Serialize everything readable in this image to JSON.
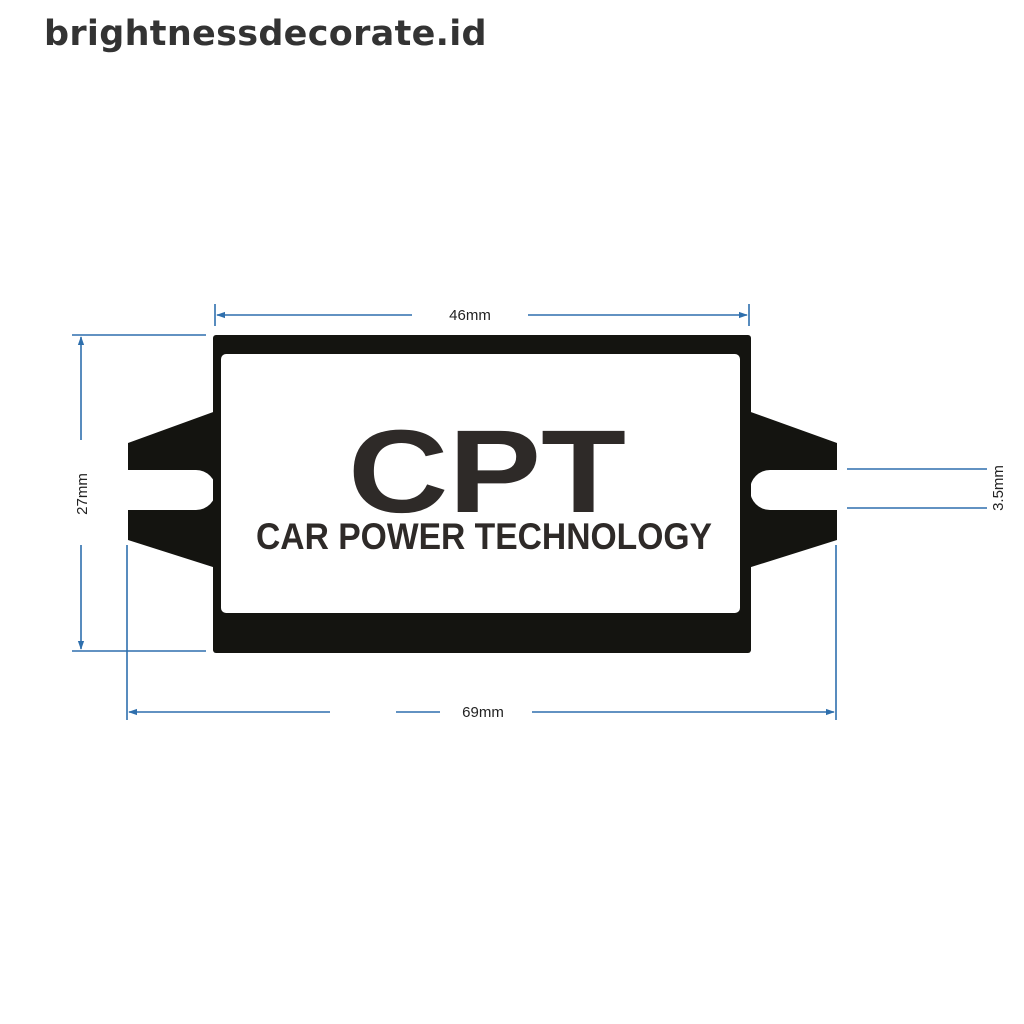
{
  "watermark": "brightnessdecorate.id",
  "diagram": {
    "title": "CPT",
    "subtitle": "CAR POWER TECHNOLOGY",
    "dimensions": {
      "body_width": "46mm",
      "total_width": "69mm",
      "height": "27mm",
      "slot_width": "3.5mm"
    },
    "colors": {
      "dimension_line": "#2e6fad",
      "body": "#141410",
      "panel": "#ffffff",
      "text": "#2e2a28"
    }
  }
}
